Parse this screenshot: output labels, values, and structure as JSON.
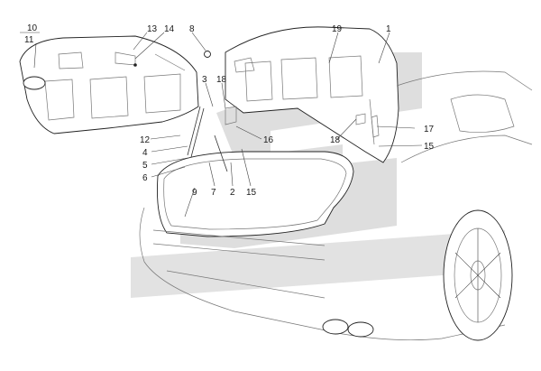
{
  "diagram": {
    "callouts": [
      "10",
      "11",
      "13",
      "14",
      "8",
      "19",
      "1",
      "3",
      "18",
      "12",
      "4",
      "5",
      "6",
      "7",
      "2",
      "9",
      "15",
      "16",
      "17"
    ],
    "colors": {
      "watermark": "#d8d8d8",
      "outline": "#222222",
      "background": "#ffffff"
    }
  }
}
